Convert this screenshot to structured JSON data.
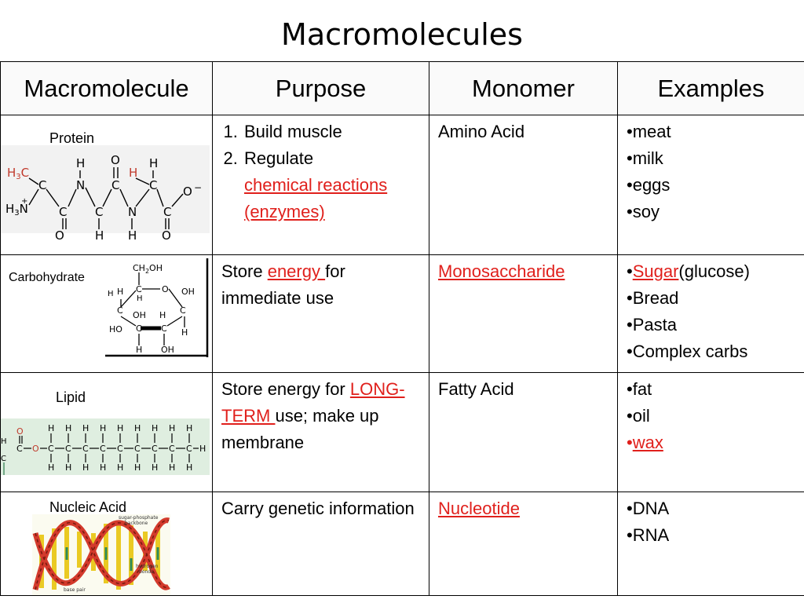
{
  "title": "Macromolecules",
  "headers": {
    "macromolecule": "Macromolecule",
    "purpose": "Purpose",
    "monomer": "Monomer",
    "examples": "Examples"
  },
  "rows": [
    {
      "name": "Protein",
      "purpose_list": [
        "Build muscle",
        {
          "text": "Regulate",
          "highlight": "chemical reactions (enzymes)"
        }
      ],
      "monomer": "Amino Acid",
      "examples": [
        "•meat",
        "•milk",
        "•eggs",
        "•soy"
      ]
    },
    {
      "name": "Carbohydrate",
      "purpose": {
        "before": "Store ",
        "highlight": "energy ",
        "after": "for immediate use"
      },
      "monomer": "Monosaccharide",
      "examples": [
        {
          "bullet": "•",
          "highlight": "Sugar",
          "after": "(glucose)"
        },
        "•Bread",
        "•Pasta",
        "•Complex carbs"
      ]
    },
    {
      "name": "Lipid",
      "purpose": {
        "before": "Store energy for ",
        "highlight": "LONG-TERM ",
        "after": "use; make up membrane"
      },
      "monomer": "Fatty Acid",
      "examples": [
        "•fat",
        "•oil",
        {
          "bullet": "•",
          "highlight": "wax"
        }
      ]
    },
    {
      "name": "Nucleic Acid",
      "purpose": "Carry genetic information",
      "monomer": "Nucleotide",
      "examples": [
        "•DNA",
        "•RNA"
      ]
    }
  ],
  "accent_color": "#e0201c",
  "icons": [
    "protein-structure-icon",
    "glucose-ring-icon",
    "fatty-acid-chain-icon",
    "dna-helix-icon"
  ]
}
